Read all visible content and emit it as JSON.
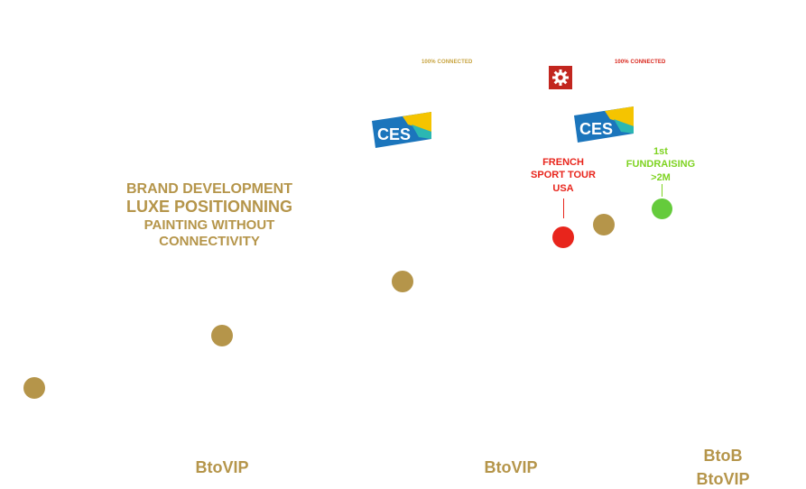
{
  "brand": {
    "line1": "BRAND DEVELOPMENT",
    "line2": "LUXE POSITIONNING",
    "line3": "PAINTING WITHOUT",
    "line4": "CONNECTIVITY"
  },
  "connected_labels": {
    "left": "100% CONNECTED",
    "right": "100% CONNECTED"
  },
  "ces_logos": {
    "left": "CES",
    "right": "CES"
  },
  "events": {
    "french_sport_tour": "FRENCH\nSPORT TOUR\nUSA",
    "fundraising": "1st\nFUNDRAISING\n>2M"
  },
  "bottom_labels": {
    "left": "BtoVIP",
    "middle": "BtoVIP",
    "right_line1": "BtoB",
    "right_line2": "BtoVIP"
  },
  "icons": {
    "gear": "gear-icon",
    "ces": "ces-logo-icon"
  },
  "colors": {
    "gold": "#b5954a",
    "red": "#e8251c",
    "green": "#65cb3c",
    "ces_blue": "#1b75bc",
    "ces_yellow": "#f5c400",
    "ces_teal": "#2bb7b2"
  }
}
